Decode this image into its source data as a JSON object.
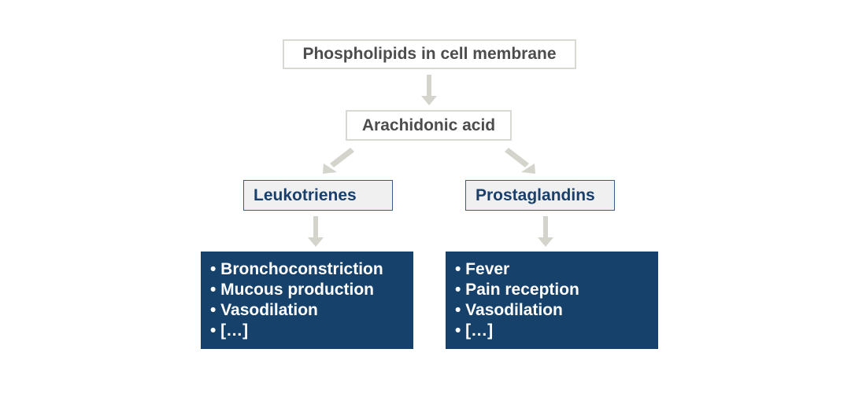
{
  "nodes": {
    "root": "Phospholipids in cell membrane",
    "acid": "Arachidonic acid",
    "left": "Leukotrienes",
    "right": "Prostaglandins"
  },
  "effects": {
    "left": [
      "• Bronchoconstriction",
      "• Mucous production",
      "• Vasodilation",
      "• […]"
    ],
    "right": [
      "• Fever",
      "• Pain reception",
      "• Vasodilation",
      "• […]"
    ]
  },
  "colors": {
    "arrow": "#d4d4cc",
    "dark_box": "#15416b",
    "mid_text": "#1a3f6b"
  }
}
